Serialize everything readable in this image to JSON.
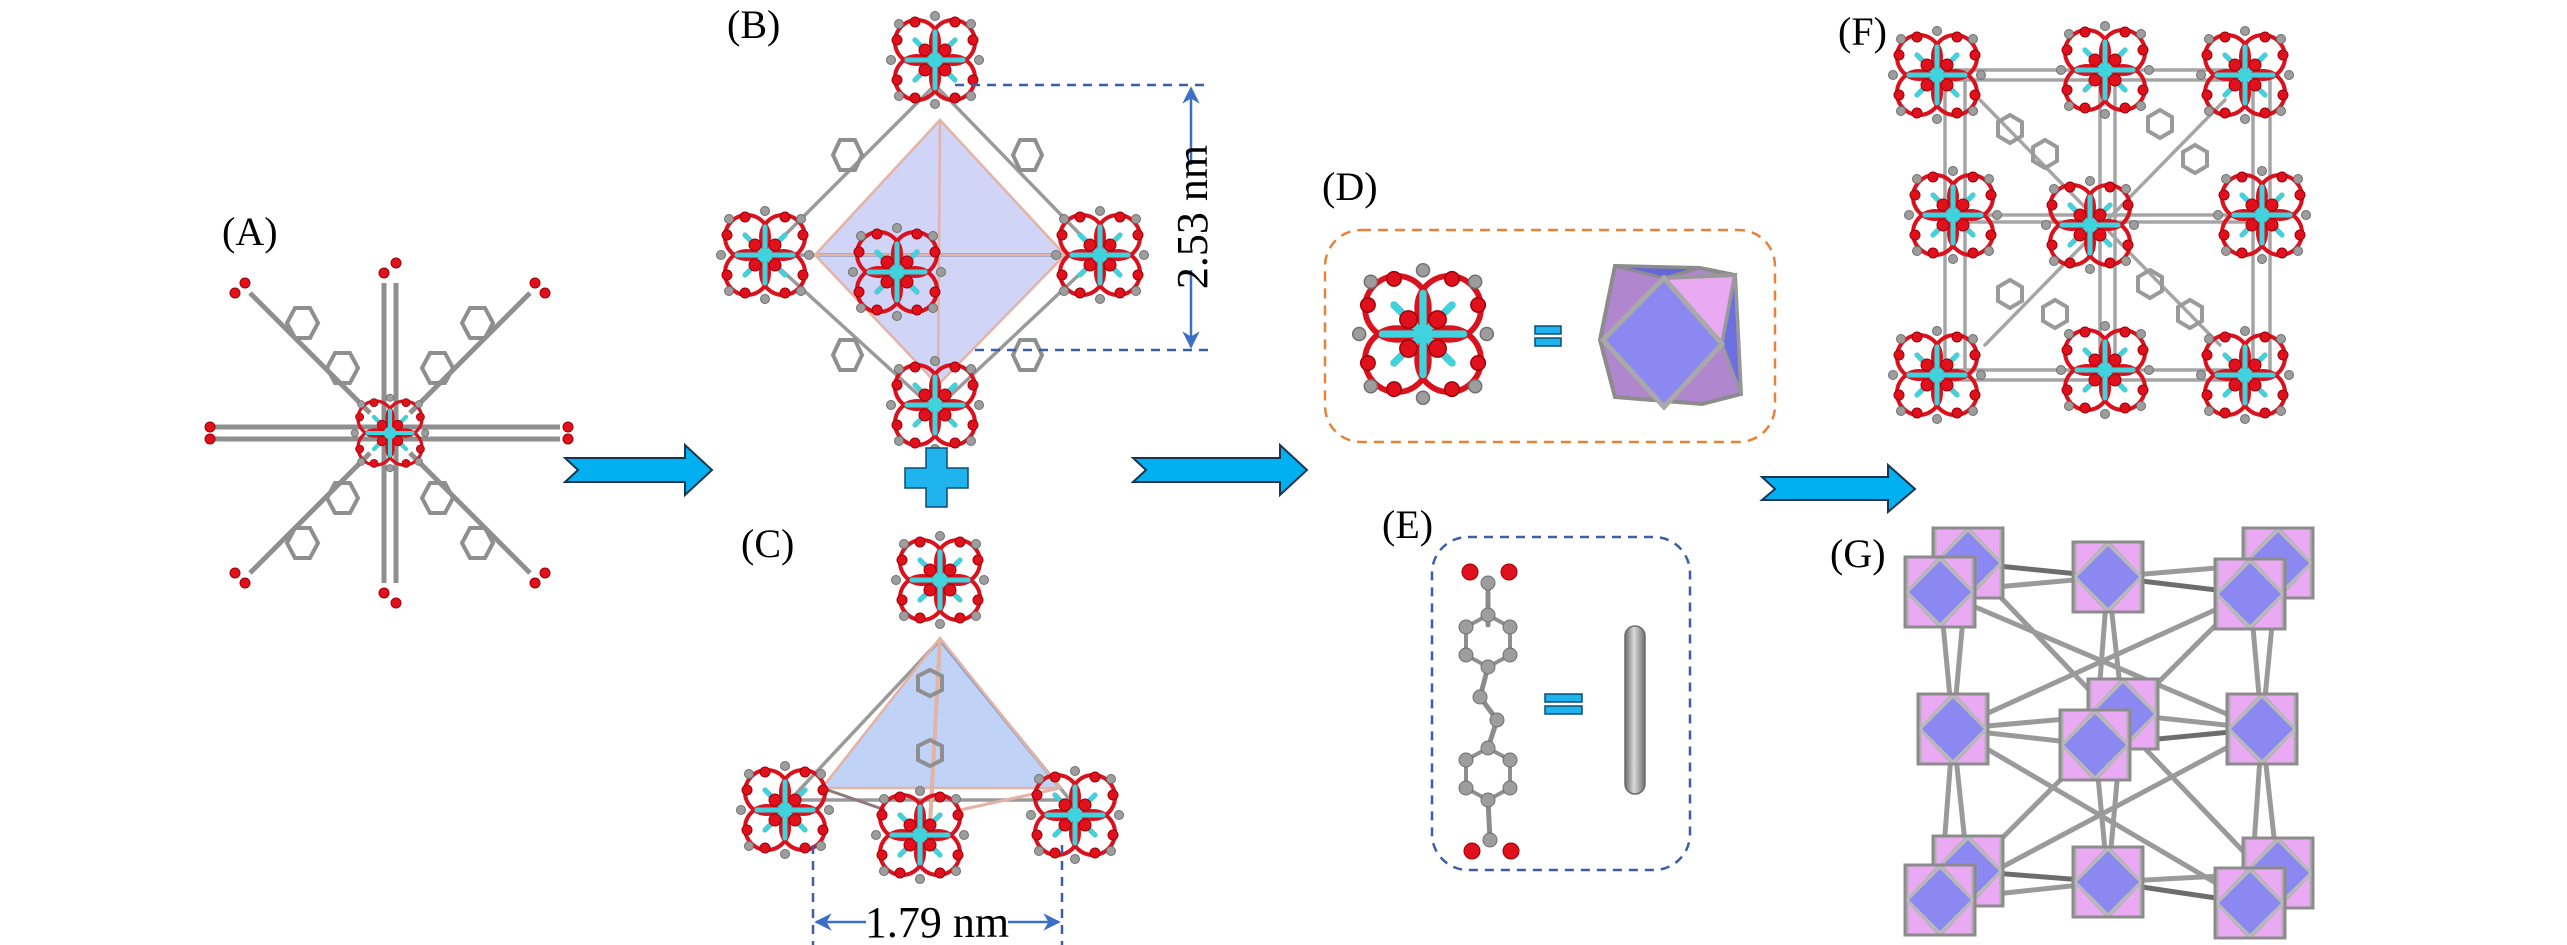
{
  "figure": {
    "panels": [
      {
        "id": "A",
        "label": "(A)",
        "description": "Zr6 cluster with twelve stilbene-dicarboxylate linkers"
      },
      {
        "id": "B",
        "label": "(B)",
        "description": "Octahedral cage"
      },
      {
        "id": "C",
        "label": "(C)",
        "description": "Tetrahedral cage"
      },
      {
        "id": "D",
        "label": "(D)",
        "description": "Zr6 cluster = cuboctahedron node"
      },
      {
        "id": "E",
        "label": "(E)",
        "description": "Linker = rod"
      },
      {
        "id": "F",
        "label": "(F)",
        "description": "Framework structure"
      },
      {
        "id": "G",
        "label": "(G)",
        "description": "Topological network of cuboctahedra and rods"
      }
    ],
    "dimensions": {
      "octahedral_cage": "2.53 nm",
      "tetrahedral_cage": "1.79 nm"
    },
    "symbols": {
      "plus": "+",
      "equals": "="
    },
    "colors": {
      "arrow": "#00b0f0",
      "oxygen": "#e0101c",
      "carbon": "#9d9d9d",
      "zirconium": "#3fd3dd",
      "cuboctahedron_square": "#8b88f2",
      "cuboctahedron_triangle": "#e9a9f3",
      "octahedral_box_border": "#e8813a",
      "linker_box_border": "#3b5ea8",
      "dimension_line": "#3b6fc4"
    }
  }
}
